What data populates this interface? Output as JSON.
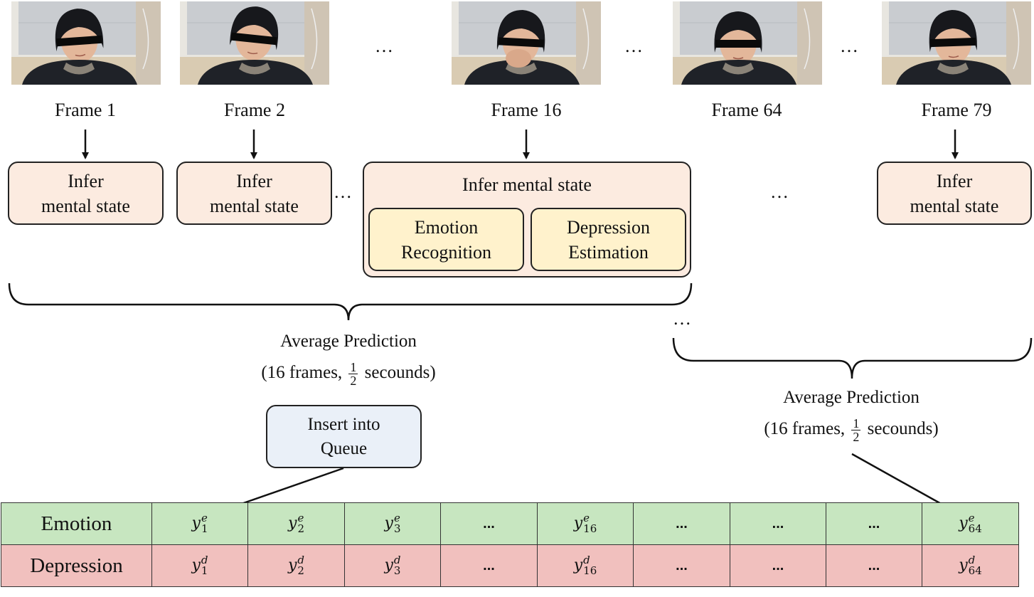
{
  "frames": [
    {
      "label": "Frame 1"
    },
    {
      "label": "Frame 2"
    },
    {
      "label": "Frame 16"
    },
    {
      "label": "Frame 64"
    },
    {
      "label": "Frame 79"
    }
  ],
  "ellipsis": "…",
  "infer_box": {
    "line1": "Infer",
    "line2": "mental state"
  },
  "infer_expanded": {
    "title": "Infer mental state",
    "emotion": {
      "line1": "Emotion",
      "line2": "Recognition"
    },
    "depression": {
      "line1": "Depression",
      "line2": "Estimation"
    }
  },
  "average": {
    "title": "Average Prediction",
    "detail_prefix": "(16 frames,",
    "frac_num": "1",
    "frac_den": "2",
    "detail_suffix": "secounds)"
  },
  "queue_box": {
    "line1": "Insert into",
    "line2": "Queue"
  },
  "queue_table": {
    "rows": [
      {
        "label": "Emotion",
        "symbol": "y",
        "sup": "e",
        "cells": [
          "1",
          "2",
          "3",
          "…",
          "16",
          "…",
          "…",
          "…",
          "64"
        ]
      },
      {
        "label": "Depression",
        "symbol": "y",
        "sup": "d",
        "cells": [
          "1",
          "2",
          "3",
          "…",
          "16",
          "…",
          "…",
          "…",
          "64"
        ]
      }
    ]
  },
  "colors": {
    "infer_fill": "#fcebe0",
    "inner_fill": "#fff2cc",
    "queue_fill": "#eaf0f8",
    "emotion_row": "#c7e6c0",
    "depression_row": "#f1c0be"
  }
}
